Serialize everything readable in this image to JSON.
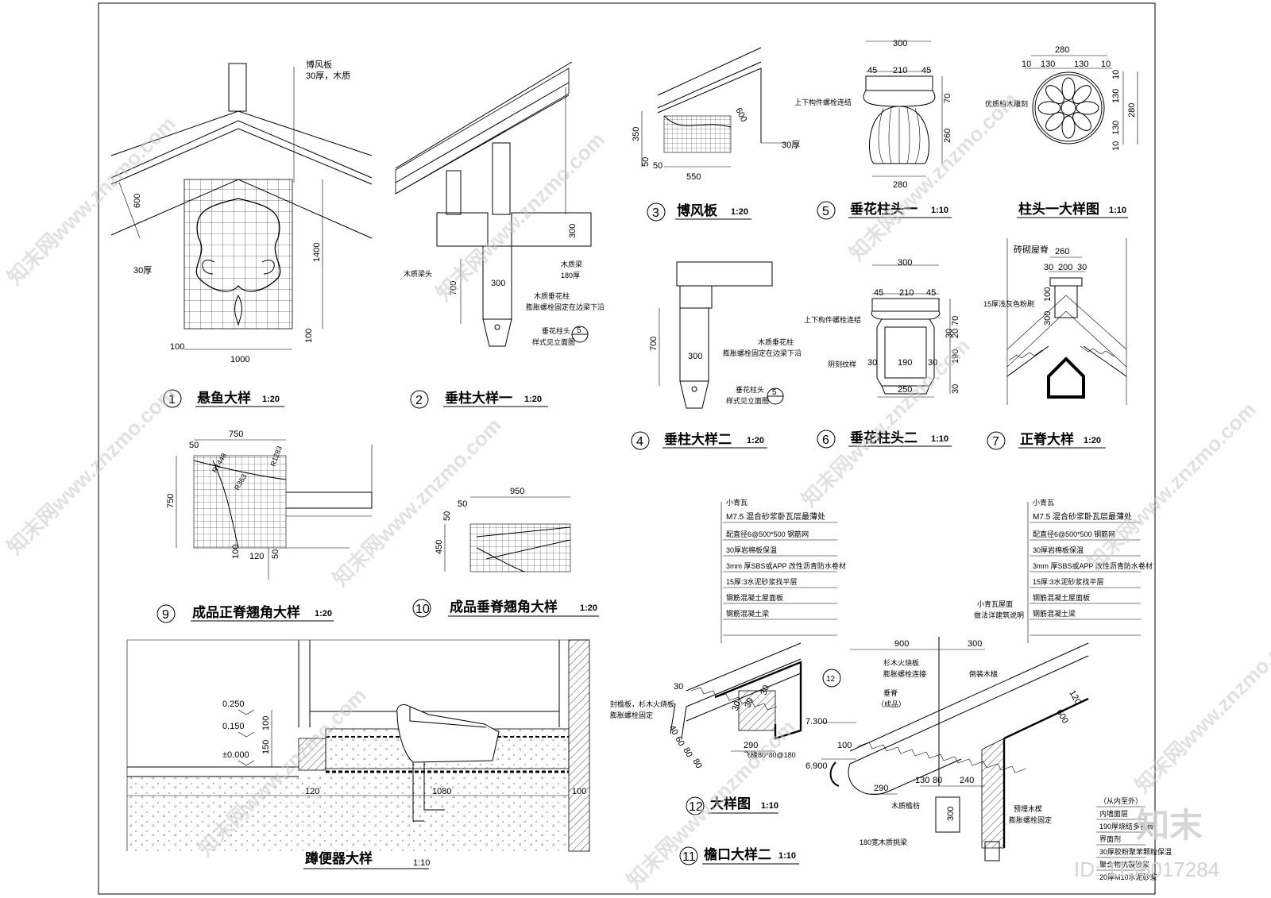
{
  "details": {
    "d1": {
      "num": "1",
      "title": "悬鱼大样",
      "scale": "1:20",
      "notes": [
        "博风板",
        "30厚，木质",
        "30厚"
      ],
      "dims": [
        "600",
        "1400",
        "100",
        "1000",
        "100"
      ]
    },
    "d2": {
      "num": "2",
      "title": "垂柱大样一",
      "scale": "1:20",
      "notes": [
        "木质梁头",
        "木质梁",
        "180厚",
        "木质垂花柱",
        "膨胀螺栓固定在边梁下沿",
        "垂花柱头",
        "样式见立面图",
        "5"
      ],
      "dims": [
        "300",
        "700",
        "300"
      ]
    },
    "d3": {
      "num": "3",
      "title": "博风板",
      "scale": "1:20",
      "notes": [
        "30厚"
      ],
      "dims": [
        "600",
        "350",
        "50",
        "50",
        "550"
      ]
    },
    "d4": {
      "num": "4",
      "title": "垂柱大样二",
      "scale": "1:20",
      "notes": [
        "木质垂花柱",
        "膨胀螺栓固定在边梁下沿",
        "垂花柱头",
        "样式见立面图",
        "5"
      ],
      "dims": [
        "700",
        "300"
      ]
    },
    "d5": {
      "num": "5",
      "title": "垂花柱头一",
      "scale": "1:10",
      "notes": [
        "上下构件螺栓连结"
      ],
      "dims": [
        "300",
        "45",
        "210",
        "45",
        "70",
        "260",
        "280"
      ]
    },
    "d5b": {
      "title": "柱头一大样图",
      "scale": "1:10",
      "notes": [
        "优质柏木雕刻"
      ],
      "dims": [
        "280",
        "10",
        "130",
        "130",
        "10",
        "10",
        "130",
        "130",
        "10",
        "280"
      ]
    },
    "d6": {
      "num": "6",
      "title": "垂花柱头二",
      "scale": "1:10",
      "notes": [
        "上下构件螺栓连结",
        "阴刻纹样"
      ],
      "dims": [
        "300",
        "45",
        "210",
        "45",
        "70",
        "30",
        "20",
        "190",
        "30",
        "30",
        "190",
        "30",
        "250"
      ]
    },
    "d7": {
      "num": "7",
      "title": "正脊大样",
      "scale": "1:20",
      "notes": [
        "砖砌屋脊",
        "15厚浅灰色粉刷"
      ],
      "dims": [
        "260",
        "30",
        "200",
        "30",
        "100",
        "300"
      ]
    },
    "d9": {
      "num": "9",
      "title": "成品正脊翘角大样",
      "scale": "1:20",
      "dims": [
        "750",
        "50",
        "750",
        "R1448",
        "R363",
        "R1283",
        "100",
        "120",
        "50"
      ]
    },
    "d10": {
      "num": "10",
      "title": "成品垂脊翘角大样",
      "scale": "1:20",
      "dims": [
        "950",
        "50",
        "50",
        "450"
      ]
    },
    "d12": {
      "num": "12",
      "title": "大样图",
      "scale": "1:10",
      "layers": [
        "小青瓦",
        "M7.5 混合砂浆卧瓦层最薄处",
        "配直径6@500*500 钢筋网",
        "30厚岩棉板保温",
        "3mm 厚SBS或APP 改性沥青防水卷材",
        "15厚:3水泥砂浆找平层",
        "钢筋混凝土屋面板",
        "钢筋混凝土梁"
      ],
      "notes": [
        "封檐板，杉木火烧板",
        "膨胀螺栓固定",
        "飞椽80*80@180"
      ],
      "dims": [
        "30",
        "30",
        "30",
        "30",
        "40",
        "60",
        "80",
        "80",
        "290"
      ]
    },
    "d11": {
      "num": "11",
      "title": "檐口大样二",
      "scale": "1:10",
      "layers": [
        "小青瓦",
        "M7.5 混合砂浆卧瓦层最薄处",
        "配直径6@500*500 钢筋网",
        "30厚岩棉板保温",
        "3mm 厚SBS或APP 改性沥青防水卷材",
        "15厚:3水泥砂浆找平层",
        "钢筋混凝土屋面板",
        "钢筋混凝土梁"
      ],
      "notes": [
        "小青瓦屋面",
        "做法详建筑说明",
        "杉木火烧板",
        "膨胀螺栓连接",
        "倒装木椽",
        "垂脊",
        "（成品）",
        "7.300",
        "6.900",
        "木质檐枋",
        "180宽木质挑梁",
        "预埋木楔",
        "膨胀螺栓固定",
        "（从内至外）",
        "内墙面层",
        "190厚烧结多孔砖",
        "界面剂",
        "30厚胶粉聚苯颗粒保温",
        "聚合物抗裂砂浆",
        "20厚M10水泥砂浆"
      ],
      "dims": [
        "900",
        "300",
        "100",
        "290",
        "130",
        "80",
        "240",
        "300",
        "120",
        "600",
        "12"
      ]
    },
    "toilet": {
      "title": "蹲便器大样",
      "scale": "1:10",
      "levels": [
        "0.250",
        "0.150",
        "±0.000"
      ],
      "dims": [
        "100",
        "150",
        "120",
        "1080",
        "100"
      ]
    }
  },
  "watermark": {
    "text": "知末网www.znzmo.com",
    "logo": "知末",
    "id": "ID: 1136017284"
  }
}
